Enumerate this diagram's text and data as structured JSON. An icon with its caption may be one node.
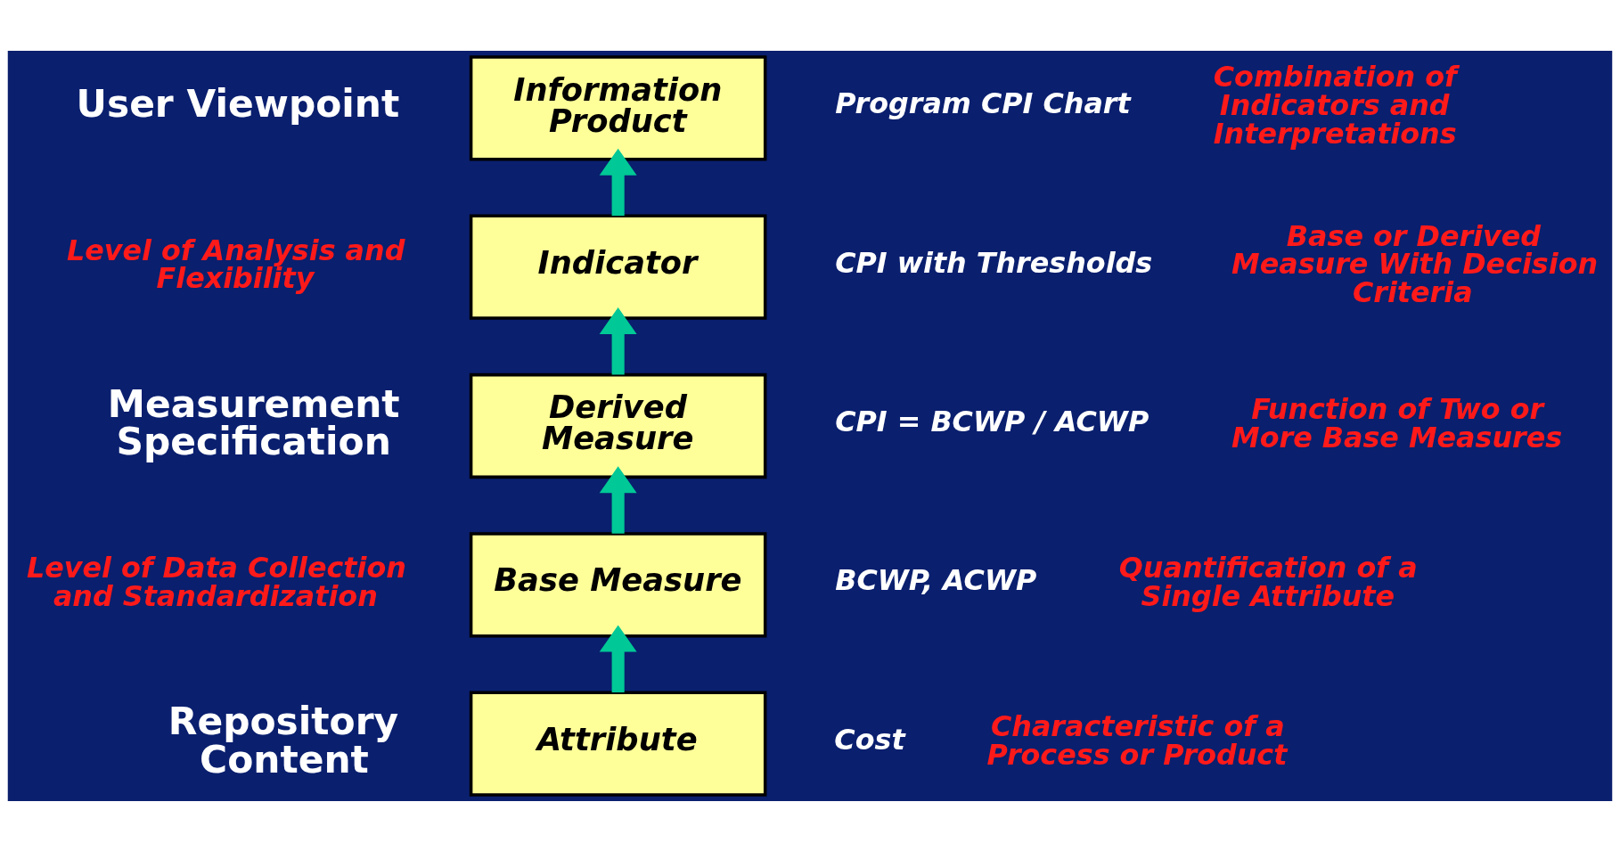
{
  "diagram": {
    "nodes": [
      {
        "text": [
          "Information Product"
        ],
        "beside": [
          "Program CPI Chart",
          "Combination of Indicators and Interpretations"
        ]
      },
      {
        "text": [
          "Indicator"
        ],
        "beside": [
          "CPI with Thresholds",
          "Base or Derived Measure With Decision Criteria"
        ]
      },
      {
        "text": [
          "Derived Measure"
        ],
        "beside": [
          "CPI = BCWP / ACWP",
          "Function of Two or More Base Measures"
        ]
      },
      {
        "text": [
          "Base Measure"
        ],
        "beside": [
          "BCWP, ACWP",
          "Quantification of a Single Attribute"
        ]
      },
      {
        "text": [
          "Attribute"
        ],
        "beside": [
          "Cost",
          "Characteristic of a Process or Product"
        ]
      }
    ],
    "edges": [
      {
        "from": 4,
        "to": 3,
        "arrow": "to"
      },
      {
        "from": 3,
        "to": 2,
        "arrow": "to"
      },
      {
        "from": 2,
        "to": 1,
        "arrow": "to"
      },
      {
        "from": 1,
        "to": 0,
        "arrow": "to"
      }
    ],
    "labels": [
      "User Viewpoint",
      "Level of Analysis and Flexibility",
      "Measurement Specification",
      "Level of Data Collection and Standardization",
      "Repository Content"
    ]
  }
}
